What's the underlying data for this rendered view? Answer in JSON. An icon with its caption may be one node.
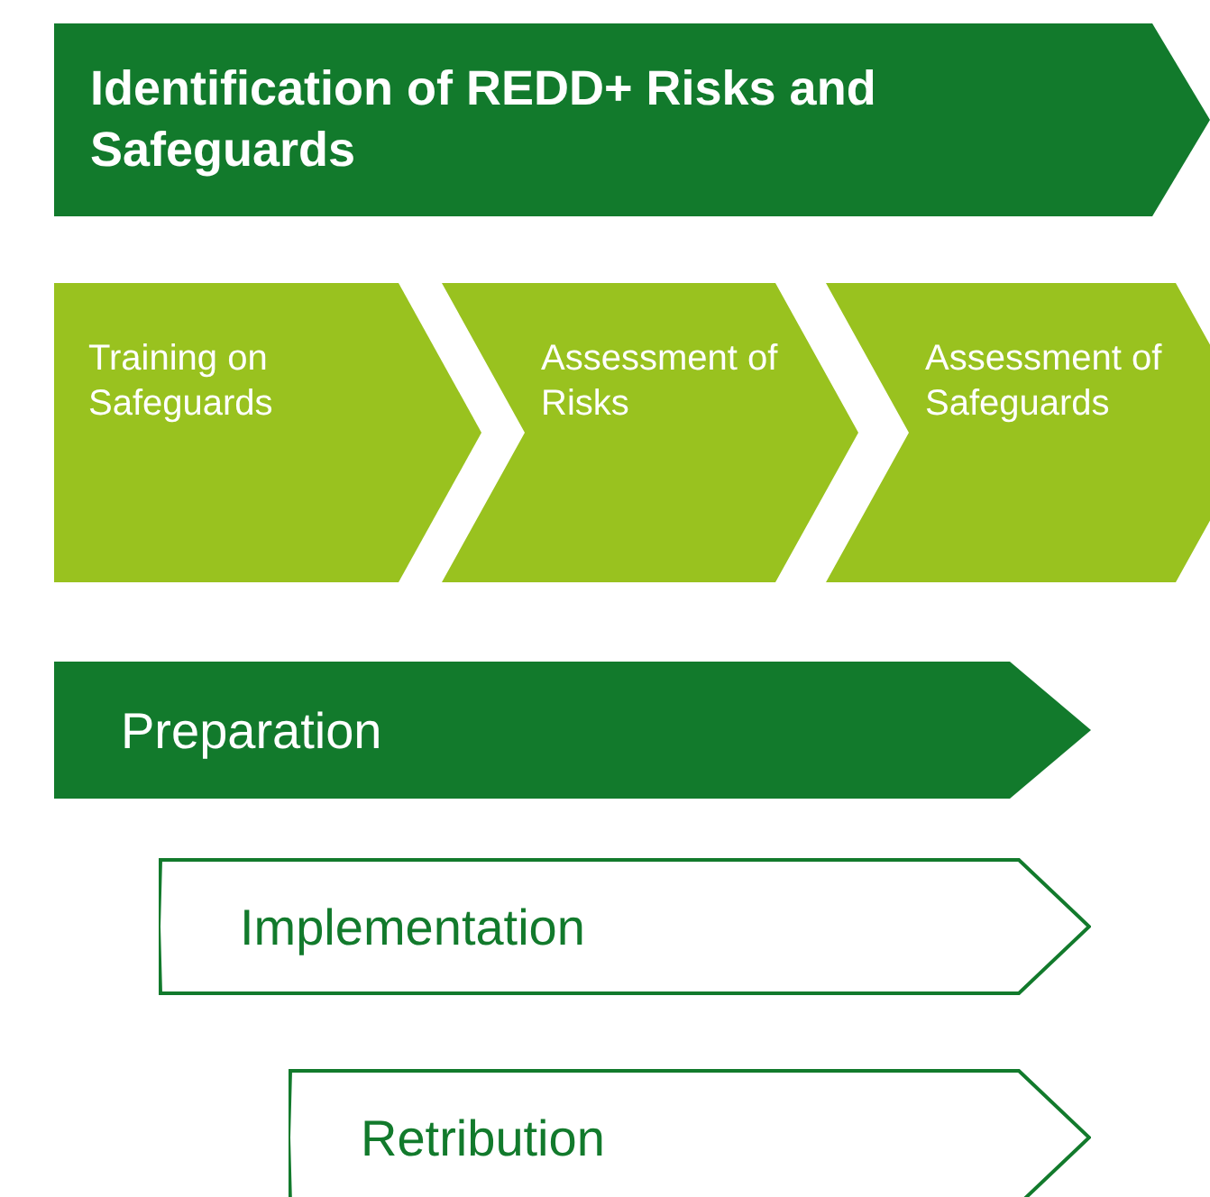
{
  "diagram": {
    "nodes": [
      {
        "text": [
          "Identification of REDD+ Risks and Safeguards"
        ]
      },
      {
        "text": [
          "Training on Safeguards"
        ]
      },
      {
        "text": [
          "Assessment of Risks"
        ]
      },
      {
        "text": [
          "Assessment of Safeguards"
        ]
      },
      {
        "text": [
          "Preparation"
        ]
      },
      {
        "text": [
          "Implementation"
        ]
      },
      {
        "text": [
          "Retribution"
        ]
      }
    ]
  }
}
